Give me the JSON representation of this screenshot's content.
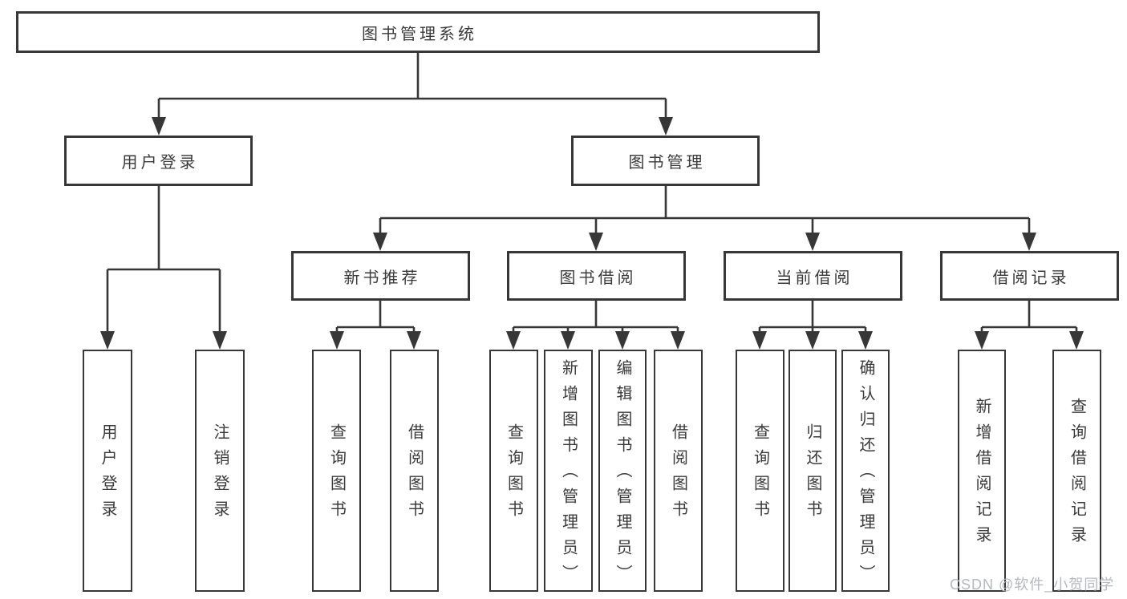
{
  "diagram": {
    "root": {
      "label": "图书管理系统"
    },
    "branches": [
      {
        "label": "用户登录",
        "children": [
          {
            "label": "用户登录"
          },
          {
            "label": "注销登录"
          }
        ]
      },
      {
        "label": "图书管理",
        "children": [
          {
            "label": "新书推荐",
            "children": [
              {
                "label": "查询图书"
              },
              {
                "label": "借阅图书"
              }
            ]
          },
          {
            "label": "图书借阅",
            "children": [
              {
                "label": "查询图书"
              },
              {
                "label": "新增图书（管理员）"
              },
              {
                "label": "编辑图书（管理员）"
              },
              {
                "label": "借阅图书"
              }
            ]
          },
          {
            "label": "当前借阅",
            "children": [
              {
                "label": "查询图书"
              },
              {
                "label": "归还图书"
              },
              {
                "label": "确认归还（管理员）"
              }
            ]
          },
          {
            "label": "借阅记录",
            "children": [
              {
                "label": "新增借阅记录"
              },
              {
                "label": "查询借阅记录"
              }
            ]
          }
        ]
      }
    ]
  },
  "watermark": {
    "text": "CSDN @软件_小贺同学"
  },
  "colors": {
    "line": "#373737",
    "text": "#3a3a3a",
    "watermark": "#b4b8bf",
    "background": "#ffffff"
  }
}
